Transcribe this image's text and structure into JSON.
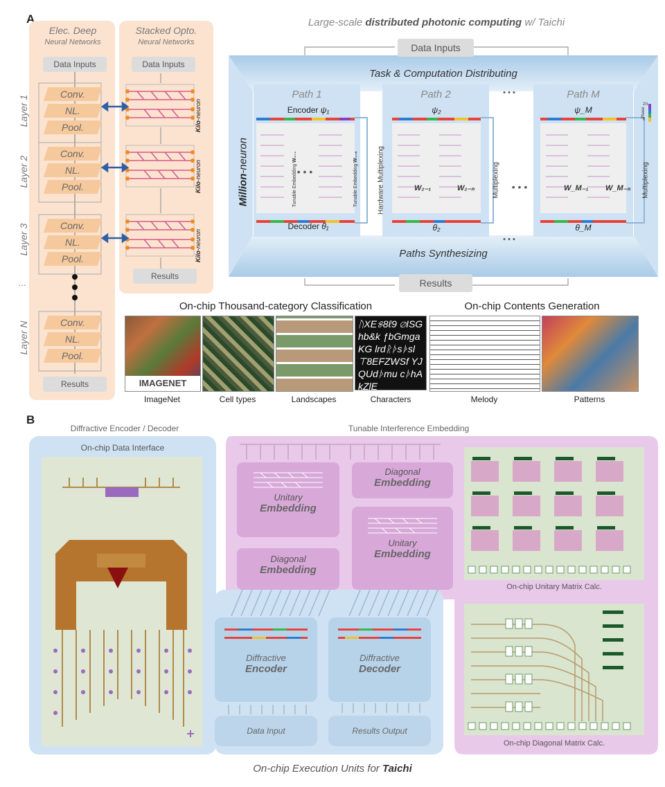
{
  "panel_a": {
    "letter": "A",
    "title_prefix": "Large-scale ",
    "title_bold": "distributed photonic computing",
    "title_suffix": " w/ Taichi",
    "left": {
      "elec_title": "Elec. Deep",
      "elec_subtitle": "Neural Networks",
      "opto_title": "Stacked Opto.",
      "opto_subtitle": "Neural Networks",
      "data_inputs": "Data Inputs",
      "results": "Results",
      "layers": [
        "Layer 1",
        "Layer 2",
        "Layer 3",
        "Layer N"
      ],
      "ellipsis": "...",
      "ops": [
        "Conv.",
        "NL.",
        "Pool."
      ],
      "kilo_bold": "Kilo",
      "kilo_rest": "-neuron"
    },
    "right": {
      "data_inputs": "Data Inputs",
      "distributing": "Task & Computation Distributing",
      "synthesizing": "Paths Synthesizing",
      "results": "Results",
      "million_bold": "Million",
      "million_rest": "-neuron",
      "paths": [
        "Path 1",
        "Path 2",
        "Path M"
      ],
      "dots": "• • •",
      "encoder_label": "Encoder",
      "decoder_label": "Decoder",
      "psi": [
        "ψ₁",
        "ψ₂",
        "ψ_M"
      ],
      "theta": [
        "θ₁",
        "θ₂",
        "θ_M"
      ],
      "weights": [
        "W₁₋₁",
        "W₁₋ₙ",
        "W₂₋₁",
        "W₂₋ₙ",
        "W_M₋₁",
        "W_M₋ₙ"
      ],
      "tunable_label": "Tunable Embedding",
      "hw_mux": "Hardware Multiplexing",
      "mux": "Multiplexing",
      "phase_label": "Phase",
      "phase_top": "2π",
      "phase_bottom": "0"
    },
    "headings": {
      "classification": "On-chip Thousand-category Classification",
      "generation": "On-chip Contents Generation"
    },
    "thumbnails": [
      {
        "label": "ImageNet",
        "wordmark": "IMAGENET"
      },
      {
        "label": "Cell types"
      },
      {
        "label": "Landscapes"
      },
      {
        "label": "Characters",
        "glyphs": "ᚢXE୫8ℓ9 ⌀ISGhb&k ƒbGmgaKG lrdᚱᚦsᚧsl ⊤8EFZWSf YJQUdᚦmu cᚦhAkZlE"
      },
      {
        "label": "Melody"
      },
      {
        "label": "Patterns"
      }
    ]
  },
  "panel_b": {
    "letter": "B",
    "diffractive_title": "Diffractive Encoder / Decoder",
    "interference_title": "Tunable Interference Embedding",
    "data_interface": "On-chip Data Interface",
    "unitary_1": {
      "top": "Unitary",
      "bottom": "Embedding"
    },
    "diagonal_1": {
      "top": "Diagonal",
      "bottom": "Embedding"
    },
    "diagonal_2": {
      "top": "Diagonal",
      "bottom": "Embedding"
    },
    "unitary_2": {
      "top": "Unitary",
      "bottom": "Embedding"
    },
    "encoder": {
      "top": "Diffractive",
      "bottom": "Encoder"
    },
    "decoder": {
      "top": "Diffractive",
      "bottom": "Decoder"
    },
    "data_input": "Data Input",
    "results_output": "Results Output",
    "unitary_matrix": "On-chip Unitary Matrix Calc.",
    "diagonal_matrix": "On-chip Diagonal Matrix Calc.",
    "footer_prefix": "On-chip Execution Units for ",
    "footer_bold": "Taichi"
  },
  "colors": {
    "peach_panel": "#fbe3d0",
    "peach_op": "#f6c99d",
    "blue_panel": "#cfe2f3",
    "purple_panel": "#e9c9e9",
    "waveguide": "#d35a8a",
    "node": "#f08a1e",
    "arrow": "#2e5fa6"
  }
}
